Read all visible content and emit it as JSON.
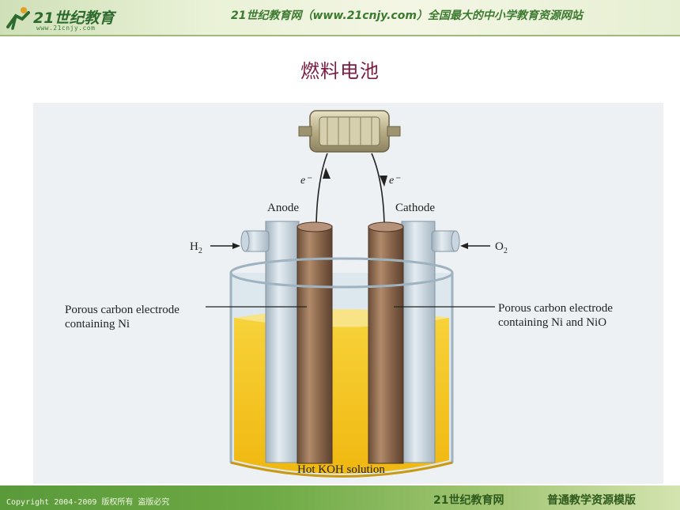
{
  "header": {
    "logo_text": "21世纪教育",
    "logo_sub": "www.21cnjy.com",
    "banner": "21世纪教育网（www.21cnjy.com）全国最大的中小学教育资源网站"
  },
  "page_title": "燃料电池",
  "diagram": {
    "electron_left": "e⁻",
    "electron_right": "e⁻",
    "anode": "Anode",
    "cathode": "Cathode",
    "h2": "H",
    "h2_sub": "2",
    "o2": "O",
    "o2_sub": "2",
    "left_electrode_line1": "Porous carbon electrode",
    "left_electrode_line2": "containing Ni",
    "right_electrode_line1": "Porous carbon electrode",
    "right_electrode_line2": "containing Ni and NiO",
    "solution": "Hot KOH solution"
  },
  "footer": {
    "copyright": "Copyright 2004-2009 版权所有 盗版必究",
    "site": "21世纪教育网",
    "template": "普通教学资源模版"
  },
  "colors": {
    "title": "#7a1e42",
    "footer_green": "#5a9a3a",
    "solution_yellow": "#f5c61a",
    "electrode_brown": "#8f6b4f"
  }
}
